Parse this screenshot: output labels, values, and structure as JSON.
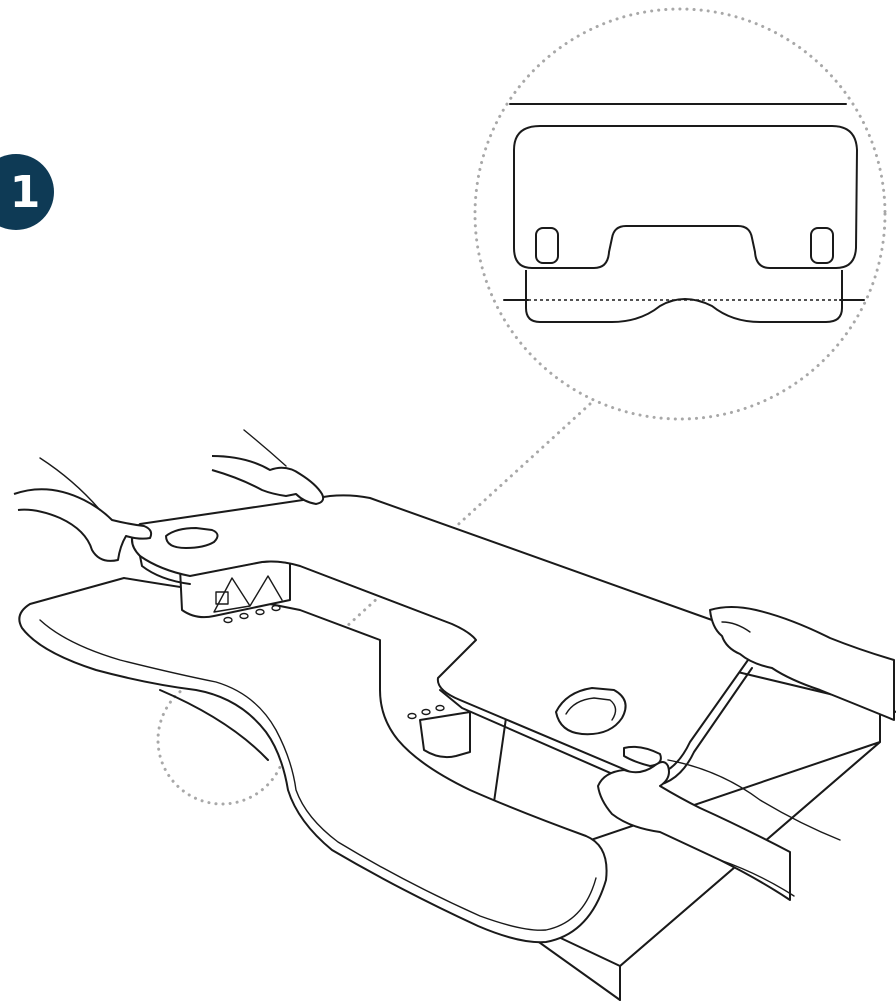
{
  "step": {
    "number": "1",
    "badge_color": "#0e3a55"
  },
  "illustration": {
    "icon": "standing-desk-converter-illustration",
    "detail_callout": "magnified-edge-alignment-detail"
  }
}
